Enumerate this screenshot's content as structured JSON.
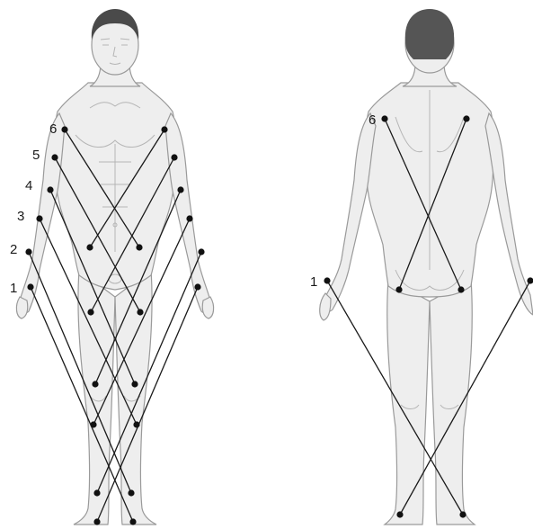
{
  "figures": {
    "front": {
      "labels": [
        "1",
        "2",
        "3",
        "4",
        "5",
        "6"
      ]
    },
    "back": {
      "labels": [
        "1",
        "6"
      ]
    }
  },
  "colors": {
    "skin": "#eeeeee",
    "outline": "#9a9a9a",
    "hair": "#4a4a4a",
    "lines": "#1a1a1a",
    "dots": "#111111"
  }
}
